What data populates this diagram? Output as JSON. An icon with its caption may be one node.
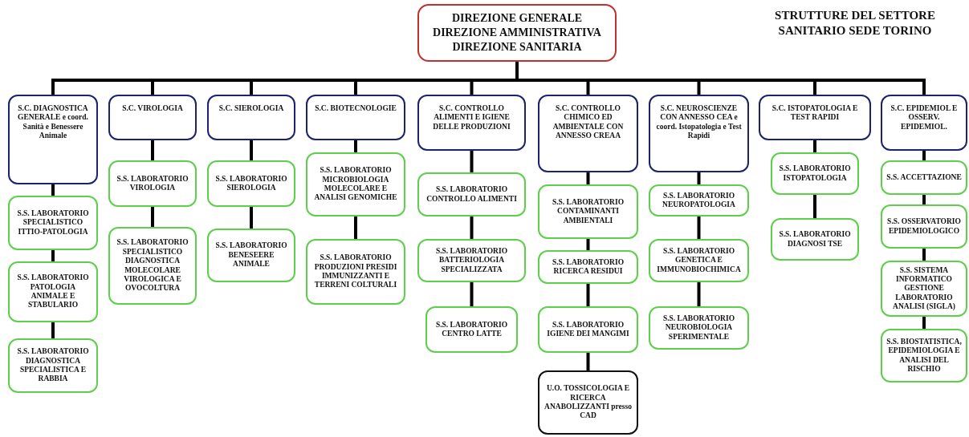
{
  "diagram": {
    "title": "STRUTTURE DEL SETTORE SANITARIO SEDE TORINO",
    "nodes": [
      {
        "text": [
          "DIREZIONE GENERALE DIREZIONE AMMINISTRATIVA DIREZIONE SANITARIA"
        ]
      },
      {
        "text": [
          "S.C. DIAGNOSTICA GENERALE e coord. Sanità e Benessere Animale"
        ]
      },
      {
        "text": [
          "S.S. LABORATORIO SPECIALISTICO ITTIO-PATOLOGIA"
        ]
      },
      {
        "text": [
          "S.S. LABORATORIO PATOLOGIA ANIMALE E STABULARIO"
        ]
      },
      {
        "text": [
          "S.S. LABORATORIO DIAGNOSTICA SPECIALISTICA E RABBIA"
        ]
      },
      {
        "text": [
          "S.C. VIROLOGIA"
        ]
      },
      {
        "text": [
          "S.S. LABORATORIO VIROLOGIA"
        ]
      },
      {
        "text": [
          "S.S. LABORATORIO SPECIALISTICO DIAGNOSTICA MOLECOLARE VIROLOGICA E OVOCOLTURA"
        ]
      },
      {
        "text": [
          "S.C. SIEROLOGIA"
        ]
      },
      {
        "text": [
          "S.S. LABORATORIO SIEROLOGIA"
        ]
      },
      {
        "text": [
          "S.S. LABORATORIO BENESEERE ANIMALE"
        ]
      },
      {
        "text": [
          "S.C. BIOTECNOLOGIE"
        ]
      },
      {
        "text": [
          "S.S. LABORATORIO MICROBIOLOGIA MOLECOLARE E ANALISI GENOMICHE"
        ]
      },
      {
        "text": [
          "S.S. LABORATORIO PRODUZIONI PRESIDI IMMUNIZZANTI E TERRENI COLTURALI"
        ]
      },
      {
        "text": [
          "S.C. CONTROLLO ALIMENTI E IGIENE DELLE PRODUZIONI"
        ]
      },
      {
        "text": [
          "S.S. LABORATORIO CONTROLLO ALIMENTI"
        ]
      },
      {
        "text": [
          "S.S. LABORATORIO BATTERIOLOGIA SPECIALIZZATA"
        ]
      },
      {
        "text": [
          "S.S. LABORATORIO CENTRO LATTE"
        ]
      },
      {
        "text": [
          "S.C. CONTROLLO CHIMICO ED AMBIENTALE CON ANNESSO CREAA"
        ]
      },
      {
        "text": [
          "S.S. LABORATORIO CONTAMINANTI AMBIENTALI"
        ]
      },
      {
        "text": [
          "S.S. LABORATORIO RICERCA RESIDUI"
        ]
      },
      {
        "text": [
          "S.S. LABORATORIO IGIENE DEI MANGIMI"
        ]
      },
      {
        "text": [
          "U.O. TOSSICOLOGIA E RICERCA ANABOLIZZANTI presso CAD"
        ]
      },
      {
        "text": [
          "S.C. NEUROSCIENZE CON ANNESSO CEA e coord. Istopatologia e Test Rapidi"
        ]
      },
      {
        "text": [
          "S.S. LABORATORIO NEUROPATOLOGIA"
        ]
      },
      {
        "text": [
          "S.S. LABORATORIO GENETICA E IMMUNOBIOCHIMICA"
        ]
      },
      {
        "text": [
          "S.S. LABORATORIO NEUROBIOLOGIA SPERIMENTALE"
        ]
      },
      {
        "text": [
          "S.C. ISTOPATOLOGIA E TEST RAPIDI"
        ]
      },
      {
        "text": [
          "S.S. LABORATORIO ISTOPATOLOGIA"
        ]
      },
      {
        "text": [
          "S.S. LABORATORIO DIAGNOSI TSE"
        ]
      },
      {
        "text": [
          "S.C. EPIDEMIOL E OSSERV. EPIDEMIOL."
        ]
      },
      {
        "text": [
          "S.S. ACCETTAZIONE"
        ]
      },
      {
        "text": [
          "S.S. OSSERVATORIO EPIDEMIOLOGICO"
        ]
      },
      {
        "text": [
          "S.S. SISTEMA INFORMATICO GESTIONE LABORATORIO ANALISI (SIGLA)"
        ]
      },
      {
        "text": [
          "S.S. BIOSTATISTICA, EPIDEMIOLOGIA E ANALISI DEL RISCHIO"
        ]
      }
    ],
    "edges": [
      {
        "from": 0,
        "to": 1,
        "arrow": "none"
      },
      {
        "from": 1,
        "to": 2,
        "arrow": "none"
      },
      {
        "from": 2,
        "to": 3,
        "arrow": "none"
      },
      {
        "from": 3,
        "to": 4,
        "arrow": "none"
      },
      {
        "from": 0,
        "to": 5,
        "arrow": "none"
      },
      {
        "from": 5,
        "to": 6,
        "arrow": "none"
      },
      {
        "from": 6,
        "to": 7,
        "arrow": "none"
      },
      {
        "from": 0,
        "to": 8,
        "arrow": "none"
      },
      {
        "from": 8,
        "to": 9,
        "arrow": "none"
      },
      {
        "from": 9,
        "to": 10,
        "arrow": "none"
      },
      {
        "from": 0,
        "to": 11,
        "arrow": "none"
      },
      {
        "from": 11,
        "to": 12,
        "arrow": "none"
      },
      {
        "from": 12,
        "to": 13,
        "arrow": "none"
      },
      {
        "from": 0,
        "to": 14,
        "arrow": "none"
      },
      {
        "from": 14,
        "to": 15,
        "arrow": "none"
      },
      {
        "from": 15,
        "to": 16,
        "arrow": "none"
      },
      {
        "from": 16,
        "to": 17,
        "arrow": "none"
      },
      {
        "from": 0,
        "to": 18,
        "arrow": "none"
      },
      {
        "from": 18,
        "to": 19,
        "arrow": "none"
      },
      {
        "from": 19,
        "to": 20,
        "arrow": "none"
      },
      {
        "from": 20,
        "to": 21,
        "arrow": "none"
      },
      {
        "from": 21,
        "to": 22,
        "arrow": "none"
      },
      {
        "from": 0,
        "to": 23,
        "arrow": "none"
      },
      {
        "from": 23,
        "to": 24,
        "arrow": "none"
      },
      {
        "from": 24,
        "to": 25,
        "arrow": "none"
      },
      {
        "from": 25,
        "to": 26,
        "arrow": "none"
      },
      {
        "from": 0,
        "to": 27,
        "arrow": "none"
      },
      {
        "from": 27,
        "to": 28,
        "arrow": "none"
      },
      {
        "from": 28,
        "to": 29,
        "arrow": "none"
      },
      {
        "from": 0,
        "to": 30,
        "arrow": "none"
      },
      {
        "from": 30,
        "to": 31,
        "arrow": "none"
      },
      {
        "from": 31,
        "to": 32,
        "arrow": "none"
      },
      {
        "from": 32,
        "to": 33,
        "arrow": "none"
      },
      {
        "from": 33,
        "to": 34,
        "arrow": "none"
      }
    ]
  }
}
